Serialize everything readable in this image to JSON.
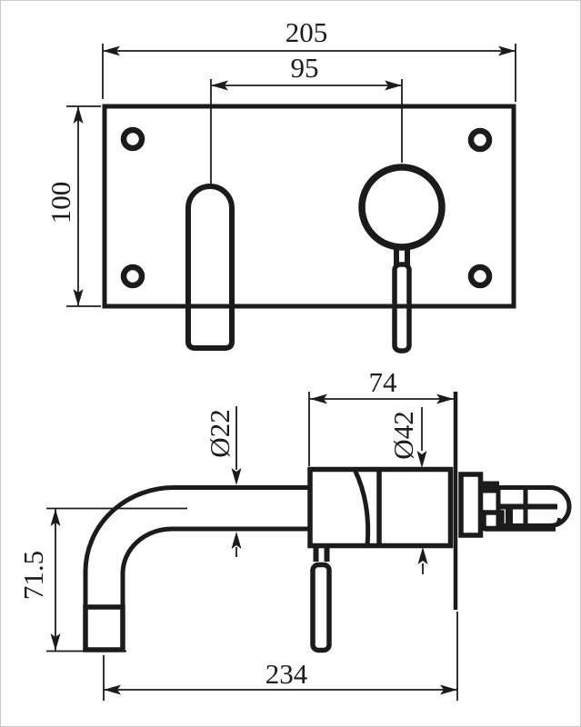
{
  "drawing": {
    "description": "Technical dimension drawing of a wall-mounted single-lever basin faucet, front view of wall plate and side elevation",
    "front_view": {
      "plate_width": "205",
      "hole_spacing": "95",
      "plate_height": "100"
    },
    "side_view": {
      "body_depth": "74",
      "spout_diameter": "Ø22",
      "body_diameter": "Ø42",
      "spout_drop": "71.5",
      "total_reach": "234"
    },
    "colors": {
      "ink": "#1b1b1b",
      "paper": "#ffffff"
    }
  }
}
